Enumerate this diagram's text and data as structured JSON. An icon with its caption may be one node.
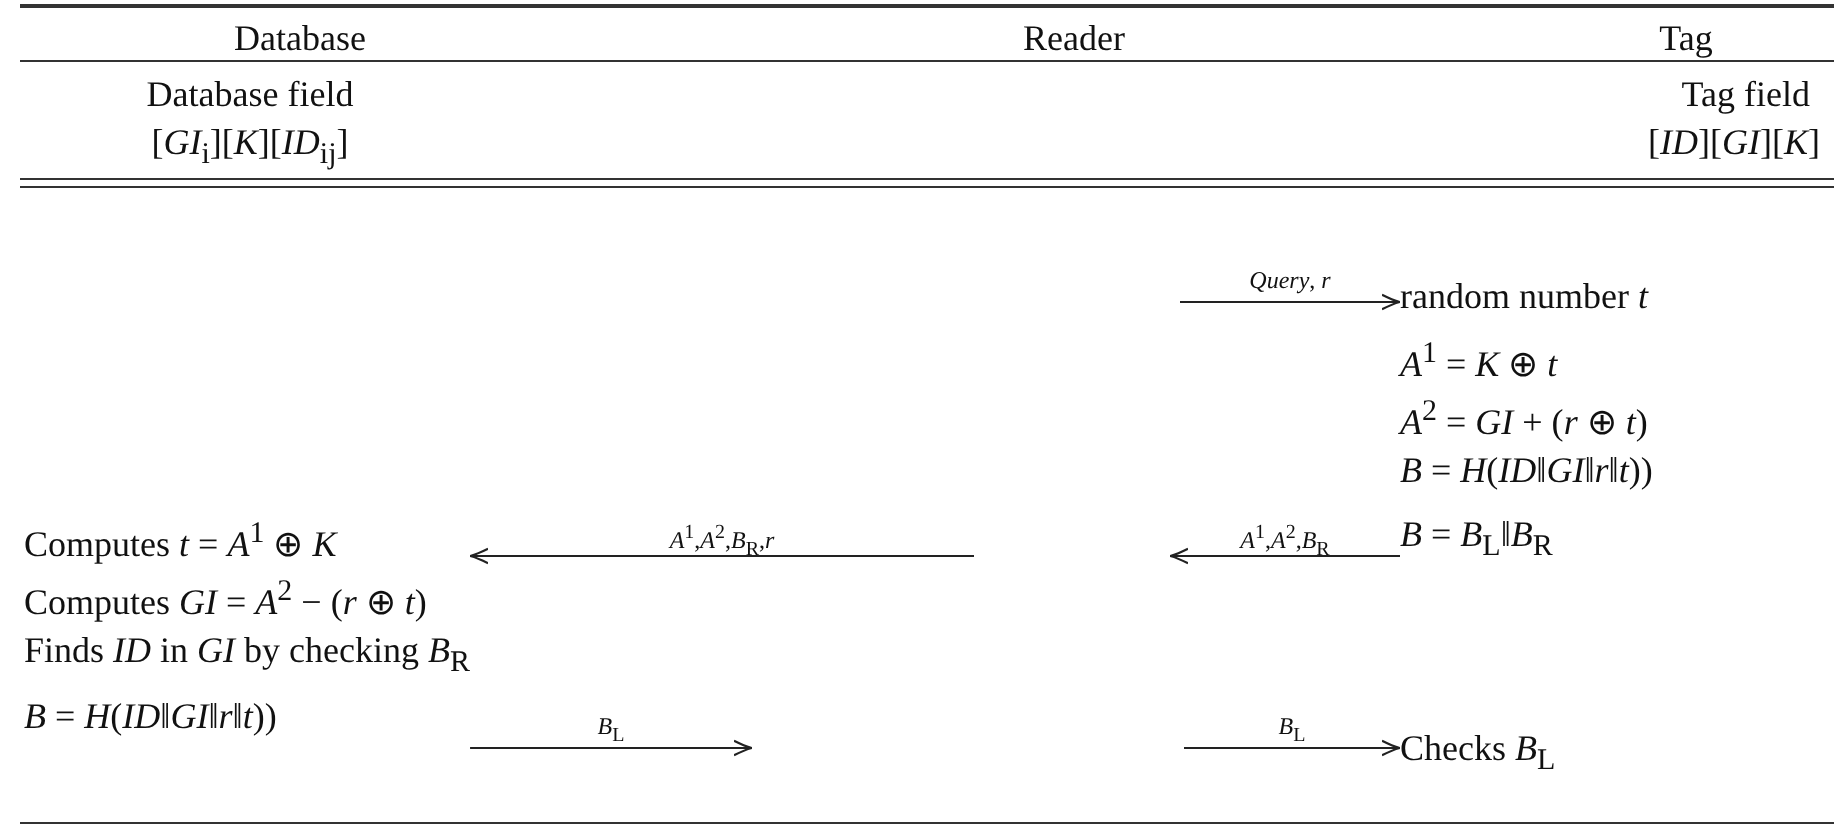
{
  "diagram": {
    "nodes": [
      {
        "text": [
          "random number *t*",
          "*A*$^{1}$ = *K* ⊕ *t*",
          "*A*$^{2}$ = *GI* + (*r* ⊕ *t*)",
          "*B* = *H*(*ID*‖*GI*‖*r*‖*t*))"
        ]
      },
      {
        "text": [
          "*B* = *B*$_{L}$‖*B*$_{R}$"
        ]
      },
      {
        "text": [
          "Computes *t* = *A*$^{1}$ ⊕ *K*",
          "Computes *GI* = *A*$^{2}$ − (*r* ⊕ *t*)",
          "Finds *ID* in *GI* by checking *B*$_{R}$",
          "*B* = *H*(*ID*‖*GI*‖*r*‖*t*))"
        ]
      },
      {
        "text": [
          "Checks *B*$_{L}$"
        ]
      }
    ],
    "edges": [
      {
        "from": null,
        "to": 0,
        "arrow": "to",
        "label": "*Query*, *r*"
      },
      {
        "from": 1,
        "to": null,
        "arrow": "to",
        "label": "*A*$^{1}$,*A*$^{2}$,*B*$_{R}$"
      },
      {
        "from": null,
        "to": 2,
        "arrow": "to",
        "label": "*A*$^{1}$,*A*$^{2}$,*B*$_{R}$,*r*"
      },
      {
        "from": 2,
        "to": null,
        "arrow": "to",
        "label": "*B*$_{L}$"
      },
      {
        "from": null,
        "to": 3,
        "arrow": "to",
        "label": "*B*$_{L}$"
      }
    ],
    "labels": [
      "Database",
      "Reader",
      "Tag",
      "Database field",
      "Tag field",
      "[*GI*$_{i}$][*K*][*ID*$_{ij}$]",
      "[*ID*][*GI*][*K*]"
    ]
  }
}
